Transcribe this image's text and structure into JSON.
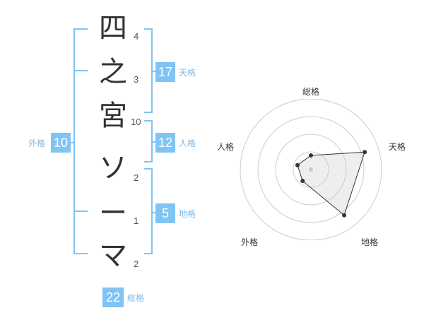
{
  "accent_color": "#7fc4f4",
  "label_color": "#7fb8e6",
  "name": {
    "chars": [
      {
        "char": "四",
        "strokes": "4"
      },
      {
        "char": "之",
        "strokes": "3"
      },
      {
        "char": "宮",
        "strokes": "10"
      },
      {
        "char": "ソ",
        "strokes": "2"
      },
      {
        "char": "ー",
        "strokes": "1"
      },
      {
        "char": "マ",
        "strokes": "2"
      }
    ]
  },
  "fortune": {
    "tenkaku": {
      "value": "17",
      "label": "天格"
    },
    "jinkaku": {
      "value": "12",
      "label": "人格"
    },
    "chikaku": {
      "value": "5",
      "label": "地格"
    },
    "gaikaku": {
      "value": "10",
      "label": "外格"
    },
    "soukaku": {
      "value": "22",
      "label": "総格"
    }
  },
  "radar": {
    "axes": [
      "総格",
      "天格",
      "地格",
      "外格",
      "人格"
    ],
    "values": [
      0.2,
      0.8,
      0.8,
      0.2,
      0.2
    ],
    "rings": 4
  }
}
